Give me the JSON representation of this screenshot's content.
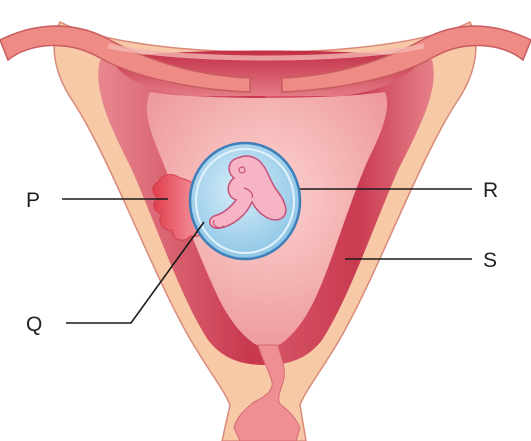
{
  "labels": {
    "p": "P",
    "q": "Q",
    "r": "R",
    "s": "S"
  },
  "colors": {
    "outer_wall": "#F7C9A6",
    "outer_wall_edge": "#D98A7A",
    "tube": "#EE8B84",
    "tube_edge": "#C85C60",
    "muscle_dark": "#C8384E",
    "muscle_mid": "#DE6670",
    "lining": "#F3A9A8",
    "cavity": "#F7BEBE",
    "amniotic_fluid": "#B7DDF2",
    "membrane": "#3C7FB9",
    "embryo": "#F6B4C4",
    "embryo_edge": "#C7507A",
    "placenta": "#E8535C",
    "cervix": "#F08F93",
    "line": "#1A1A1A"
  }
}
